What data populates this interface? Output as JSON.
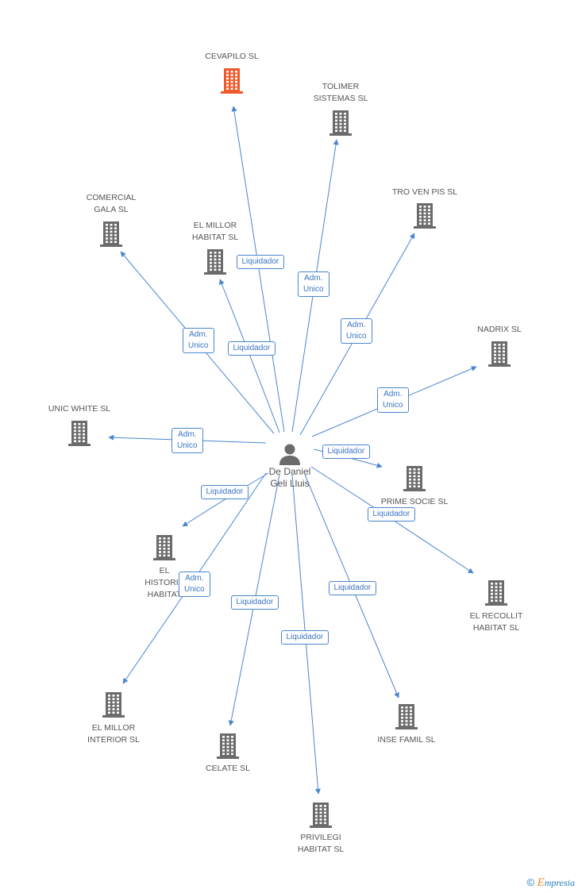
{
  "center": {
    "name": "De Daniel\nGeli Lluis",
    "icon": "person-icon"
  },
  "companies": [
    {
      "id": "cevapilo",
      "name": "CEVAPILO SL",
      "highlight": true
    },
    {
      "id": "tolimer",
      "name": "TOLIMER\nSISTEMAS SL"
    },
    {
      "id": "comercial",
      "name": "COMERCIAL\nGALA SL"
    },
    {
      "id": "elmillor-habitat",
      "name": "EL MILLOR\nHABITAT SL"
    },
    {
      "id": "troven",
      "name": "TRO VEN PIS SL"
    },
    {
      "id": "nadrix",
      "name": "NADRIX  SL"
    },
    {
      "id": "unicwhite",
      "name": "UNIC WHITE SL"
    },
    {
      "id": "primesocie",
      "name": "PRIME SOCIE SL"
    },
    {
      "id": "elhistoria",
      "name": "EL\nHISTORIA\nHABITAT"
    },
    {
      "id": "elrecollit",
      "name": "EL RECOLLIT\nHABITAT SL"
    },
    {
      "id": "elmillor-interior",
      "name": "EL MILLOR\nINTERIOR SL"
    },
    {
      "id": "celate",
      "name": "CELATE SL"
    },
    {
      "id": "insefamil",
      "name": "INSE FAMIL SL"
    },
    {
      "id": "privilegi",
      "name": "PRIVILEGI\nHABITAT SL"
    }
  ],
  "relations": [
    {
      "to": "cevapilo",
      "role": "Liquidador"
    },
    {
      "to": "tolimer",
      "role": "Adm.\nUnico"
    },
    {
      "to": "comercial",
      "role": "Adm.\nUnico"
    },
    {
      "to": "elmillor-habitat",
      "role": "Liquidador"
    },
    {
      "to": "troven",
      "role": "Adm.\nUnico"
    },
    {
      "to": "nadrix",
      "role": "Adm.\nUnico"
    },
    {
      "to": "unicwhite",
      "role": "Adm.\nUnico"
    },
    {
      "to": "primesocie",
      "role": "Liquidador"
    },
    {
      "to": "elhistoria",
      "role": "Liquidador"
    },
    {
      "to": "elrecollit",
      "role": "Liquidador"
    },
    {
      "to": "elmillor-interior",
      "role": "Adm.\nUnico"
    },
    {
      "to": "celate",
      "role": "Liquidador"
    },
    {
      "to": "insefamil",
      "role": "Liquidador"
    },
    {
      "to": "privilegi",
      "role": "Liquidador"
    }
  ],
  "colors": {
    "edge": "#4a86cf",
    "building": "#6b6b6b",
    "highlight": "#f0592a",
    "person": "#6b6b6b"
  },
  "footer": {
    "copyright": "©",
    "brand_initial": "E",
    "brand_rest": "mpresia"
  }
}
